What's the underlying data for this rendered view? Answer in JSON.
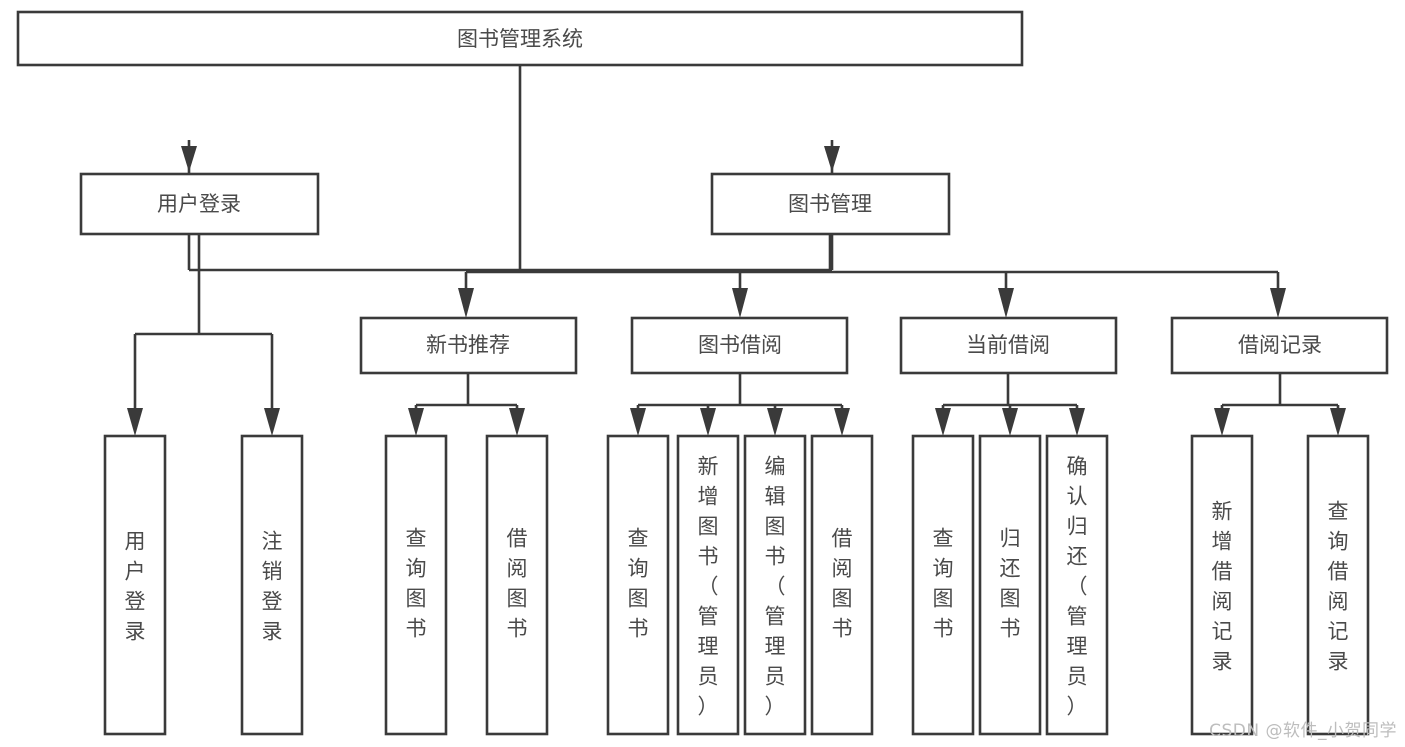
{
  "diagram": {
    "title": "图书管理系统",
    "type": "tree-hierarchy",
    "watermark": "CSDN @软件_小贺同学",
    "colors": {
      "stroke": "#3a3a3a",
      "text": "#4a4a4a",
      "fill": "#ffffff",
      "background": "#ffffff",
      "watermark": "#bdbdbd"
    },
    "root": {
      "id": "root",
      "label": "图书管理系统",
      "orientation": "horizontal"
    },
    "level2": [
      {
        "id": "user-login",
        "label": "用户登录",
        "orientation": "horizontal"
      },
      {
        "id": "book-manage",
        "label": "图书管理",
        "orientation": "horizontal"
      }
    ],
    "level3": [
      {
        "id": "new-book-recommend",
        "label": "新书推荐",
        "parent": "book-manage",
        "orientation": "horizontal"
      },
      {
        "id": "book-borrow",
        "label": "图书借阅",
        "parent": "book-manage",
        "orientation": "horizontal"
      },
      {
        "id": "current-borrow",
        "label": "当前借阅",
        "parent": "book-manage",
        "orientation": "horizontal"
      },
      {
        "id": "borrow-record",
        "label": "借阅记录",
        "parent": "book-manage",
        "orientation": "horizontal"
      }
    ],
    "leaves": [
      {
        "id": "leaf-user-login",
        "label": "用户登录",
        "parent": "user-login",
        "orientation": "vertical"
      },
      {
        "id": "leaf-user-logout",
        "label": "注销登录",
        "parent": "user-login",
        "orientation": "vertical"
      },
      {
        "id": "leaf-query-book-rec",
        "label": "查询图书",
        "parent": "new-book-recommend",
        "orientation": "vertical"
      },
      {
        "id": "leaf-borrow-book-rec",
        "label": "借阅图书",
        "parent": "new-book-recommend",
        "orientation": "vertical"
      },
      {
        "id": "leaf-query-book-borrow",
        "label": "查询图书",
        "parent": "book-borrow",
        "orientation": "vertical"
      },
      {
        "id": "leaf-add-book-admin",
        "label": "新增图书（管理员）",
        "parent": "book-borrow",
        "orientation": "vertical"
      },
      {
        "id": "leaf-edit-book-admin",
        "label": "编辑图书（管理员）",
        "parent": "book-borrow",
        "orientation": "vertical"
      },
      {
        "id": "leaf-borrow-book",
        "label": "借阅图书",
        "parent": "book-borrow",
        "orientation": "vertical"
      },
      {
        "id": "leaf-query-book-current",
        "label": "查询图书",
        "parent": "current-borrow",
        "orientation": "vertical"
      },
      {
        "id": "leaf-return-book",
        "label": "归还图书",
        "parent": "current-borrow",
        "orientation": "vertical"
      },
      {
        "id": "leaf-confirm-return-admin",
        "label": "确认归还（管理员）",
        "parent": "current-borrow",
        "orientation": "vertical"
      },
      {
        "id": "leaf-add-borrow-record",
        "label": "新增借阅记录",
        "parent": "borrow-record",
        "orientation": "vertical"
      },
      {
        "id": "leaf-query-borrow-record",
        "label": "查询借阅记录",
        "parent": "borrow-record",
        "orientation": "vertical"
      }
    ]
  }
}
